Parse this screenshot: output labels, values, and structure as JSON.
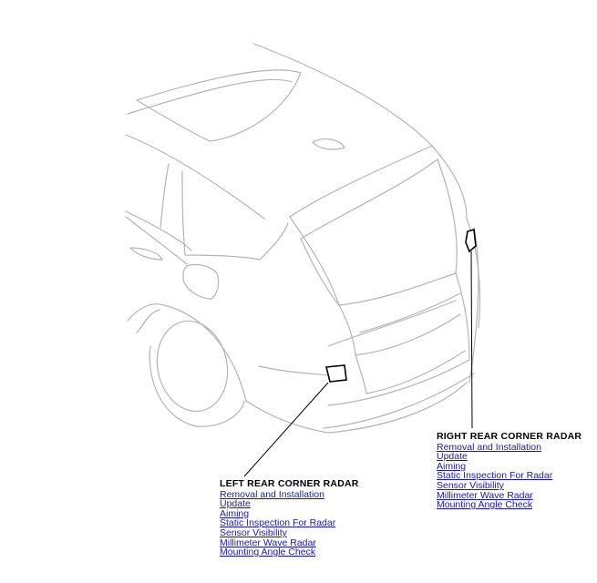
{
  "callouts": {
    "left": {
      "title": "LEFT REAR CORNER RADAR",
      "links": [
        "Removal and Installation",
        "Update",
        "Aiming",
        "Static Inspection For Radar",
        "Sensor Visibility",
        "Millimeter Wave Radar",
        "Mounting Angle Check"
      ]
    },
    "right": {
      "title": "RIGHT REAR CORNER RADAR",
      "links": [
        "Removal and Installation",
        "Update",
        "Aiming",
        "Static Inspection For Radar",
        "Sensor Visibility",
        "Millimeter Wave Radar",
        "Mounting Angle Check"
      ]
    }
  },
  "colors": {
    "link": "#1a1aa6",
    "outline": "#b4b4b4",
    "radar": "#000000"
  }
}
